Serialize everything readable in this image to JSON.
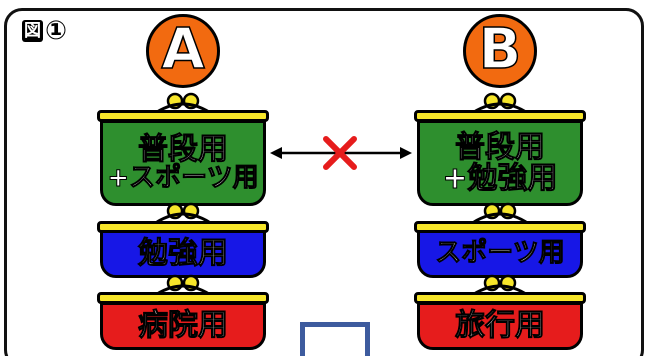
{
  "figure": {
    "label_box": "図",
    "label_number": "①"
  },
  "left_stack": {
    "circle_letter": "A",
    "top_block": {
      "line1": "普段用",
      "line2": "+スポーツ用"
    },
    "middle_block": "勉強用",
    "bottom_block": "病院用"
  },
  "right_stack": {
    "circle_letter": "B",
    "top_block": {
      "line1": "普段用",
      "line2": "+勉強用"
    },
    "middle_block": "スポーツ用",
    "bottom_block": "旅行用"
  },
  "colors": {
    "circle": "#f26a10",
    "lid": "#f7e62a",
    "green_block": "#2e8f2e",
    "blue_block": "#1717e6",
    "red_block": "#e61c1c",
    "cross": "#e61c1c",
    "gate": "#3d5b9e"
  },
  "icons": [
    "double-arrow-icon",
    "cross-mark-icon"
  ]
}
